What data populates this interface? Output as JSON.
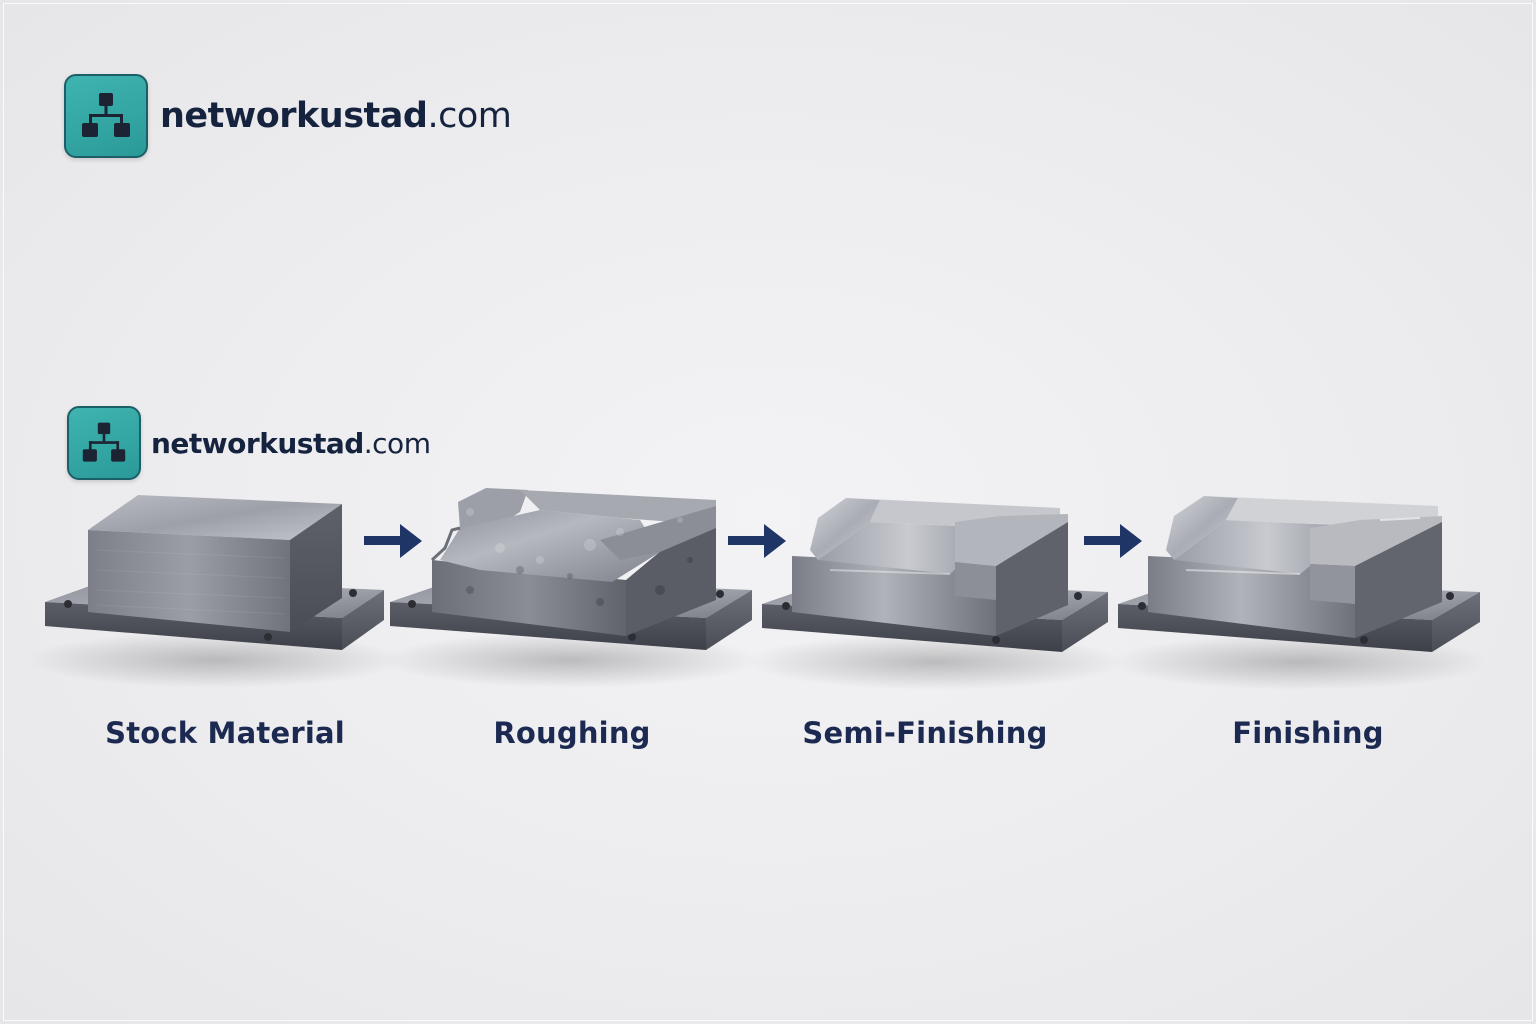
{
  "brand": {
    "name_main": "networkustad",
    "name_tld": ".com",
    "icon": "network-hierarchy-icon",
    "accent_color": "#35aaa8",
    "text_color": "#15233f"
  },
  "process": {
    "arrow_color": "#1f3566",
    "label_color": "#1c2a52",
    "stages": [
      {
        "label": "Stock Material"
      },
      {
        "label": "Roughing"
      },
      {
        "label": "Semi-Finishing"
      },
      {
        "label": "Finishing"
      }
    ]
  }
}
